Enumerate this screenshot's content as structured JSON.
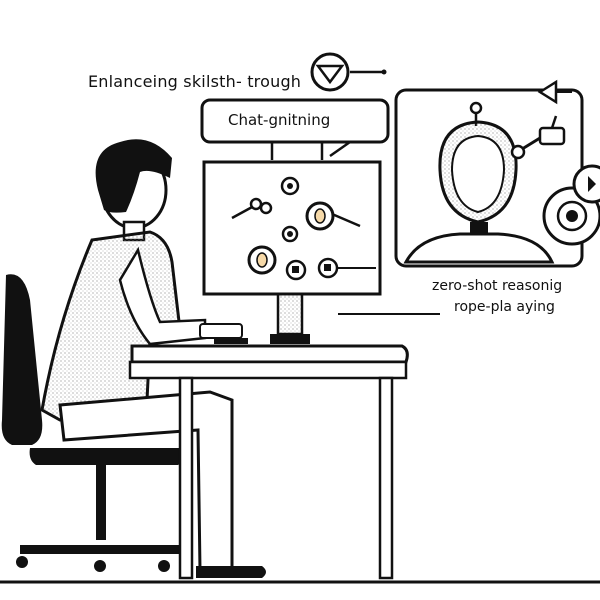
{
  "caption": {
    "title": "Enlanceing skilsth- trough",
    "bubble": "Chat-gnitning",
    "line1": "zero-shot reasonig",
    "line2": "rope-pla aying"
  },
  "colors": {
    "ink": "#111111",
    "paper": "#ffffff",
    "shade": "#9aa0a8",
    "face": "#f6d9a8"
  }
}
